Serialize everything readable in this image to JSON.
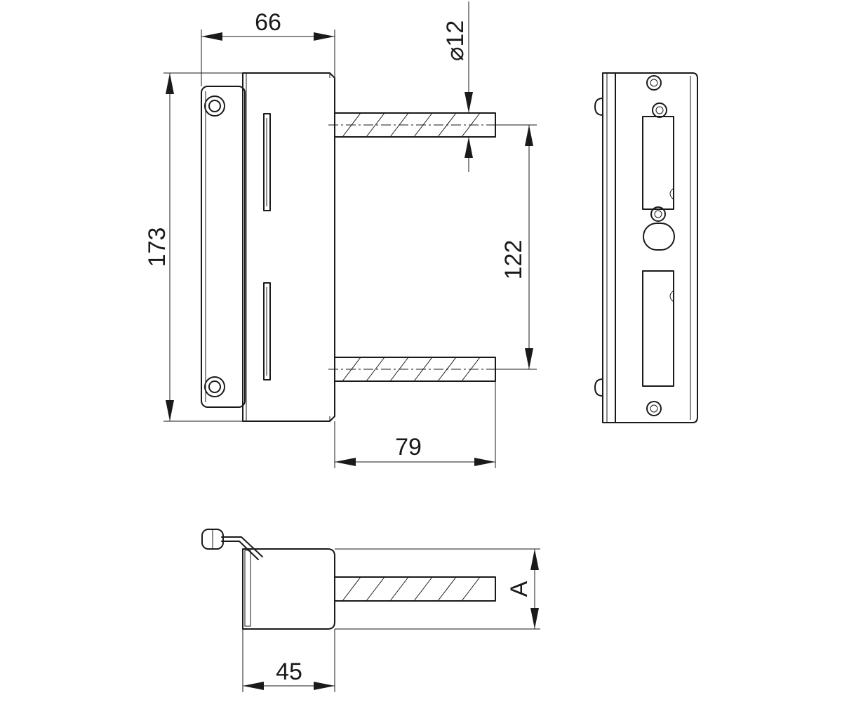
{
  "dimensions": {
    "width_top": "66",
    "diameter_symbol": "⌀",
    "diameter_value": "12",
    "height_total": "173",
    "pin_spacing": "122",
    "pin_length": "79",
    "depth": "45",
    "offset": "A"
  }
}
